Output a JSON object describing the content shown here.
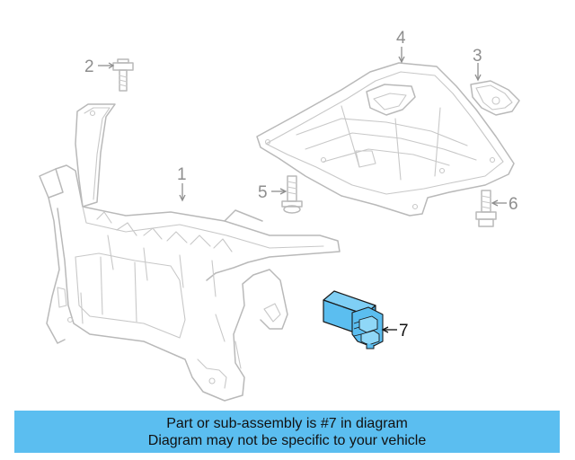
{
  "diagram": {
    "callouts": {
      "c1": "1",
      "c2": "2",
      "c3": "3",
      "c4": "4",
      "c5": "5",
      "c6": "6",
      "c7": "7"
    },
    "highlight_color": "#5bbef0"
  },
  "banner": {
    "line1": "Part or sub-assembly is #7 in diagram",
    "line2": "Diagram may not be specific to your vehicle",
    "color": "#5bbef0"
  }
}
